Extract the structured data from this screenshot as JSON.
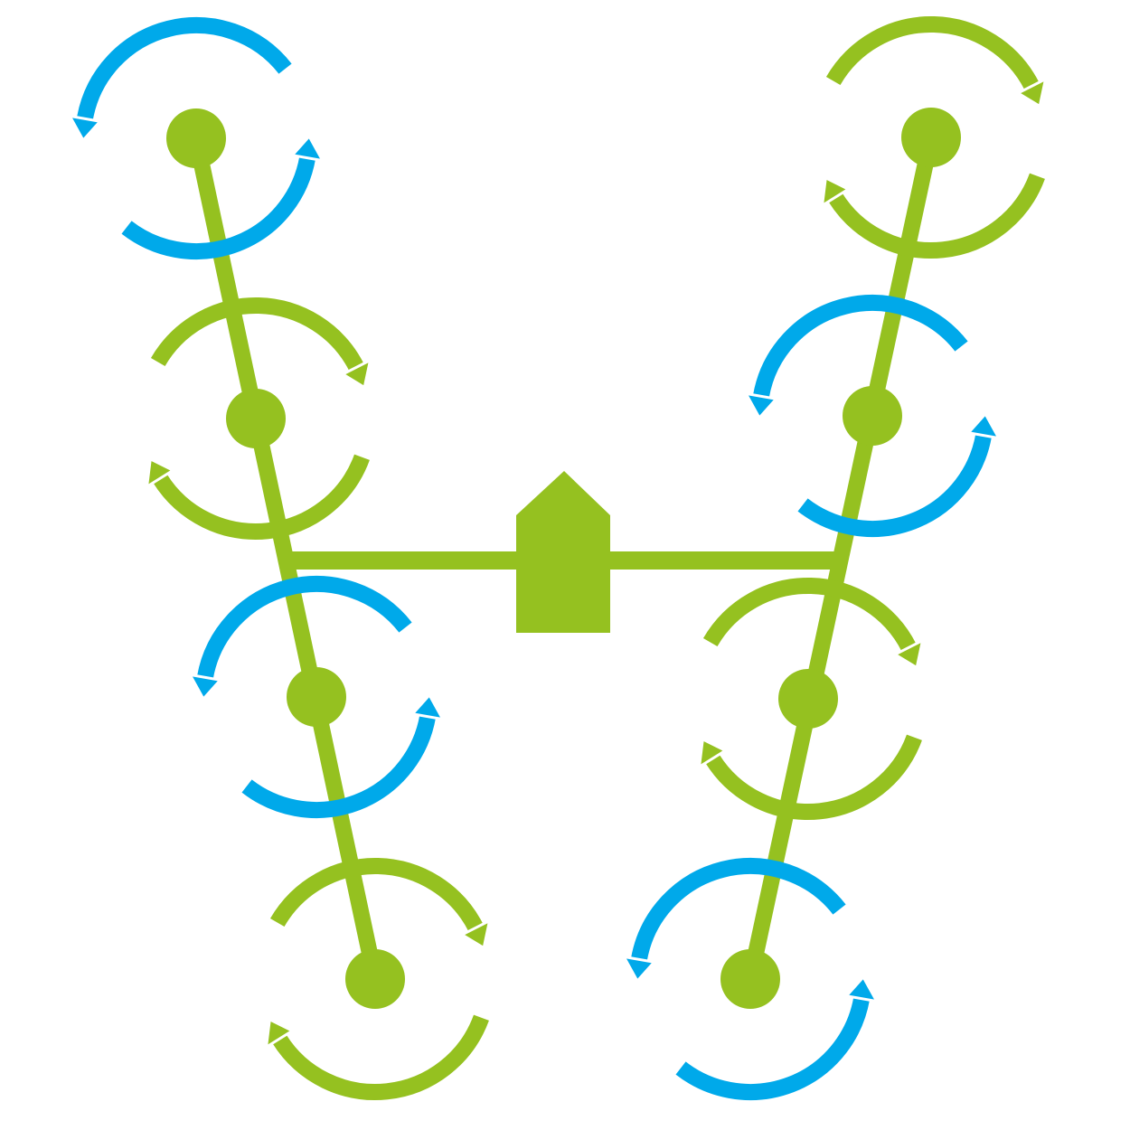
{
  "diagram": {
    "colors": {
      "green": "#95c120",
      "blue": "#00a9ea",
      "background": "#ffffff"
    },
    "frame": {
      "name": "octocopter-frame",
      "arms": 8,
      "layout": "coaxial-h"
    },
    "body": {
      "name": "flight-controller-body",
      "shape": "house-arrow"
    },
    "rotors": [
      {
        "id": "left-1",
        "color": "blue",
        "spin": "counterclockwise"
      },
      {
        "id": "left-2",
        "color": "green",
        "spin": "clockwise"
      },
      {
        "id": "left-3",
        "color": "blue",
        "spin": "counterclockwise"
      },
      {
        "id": "left-4",
        "color": "green",
        "spin": "clockwise"
      },
      {
        "id": "right-1",
        "color": "green",
        "spin": "clockwise"
      },
      {
        "id": "right-2",
        "color": "blue",
        "spin": "counterclockwise"
      },
      {
        "id": "right-3",
        "color": "green",
        "spin": "clockwise"
      },
      {
        "id": "right-4",
        "color": "blue",
        "spin": "counterclockwise"
      }
    ]
  }
}
